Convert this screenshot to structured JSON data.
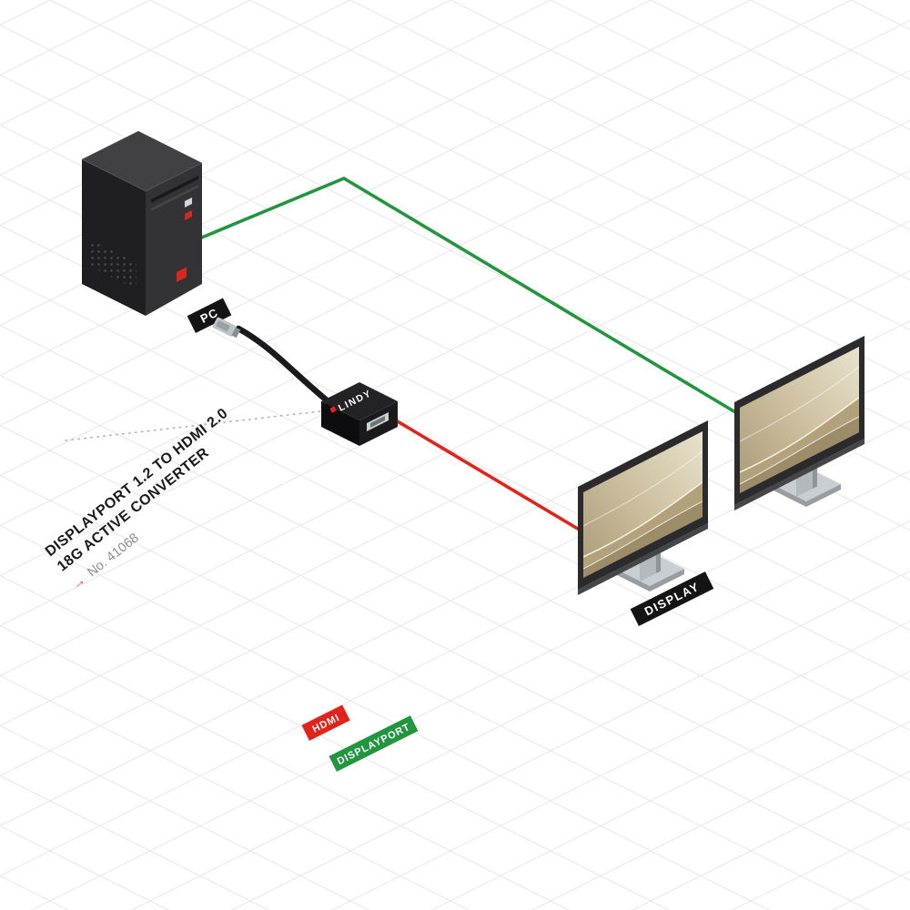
{
  "product": {
    "title_line1": "DISPLAYPORT 1.2 TO HDMI 2.0",
    "title_line2": "18G ACTIVE CONVERTER",
    "arrow": "→",
    "article_number": "No. 41068"
  },
  "devices": {
    "pc_label": "PC",
    "display_label": "DISPLAY",
    "converter_brand": "LINDY"
  },
  "legend": {
    "hdmi": "HDMI",
    "displayport": "DISPLAYPORT"
  },
  "colors": {
    "hdmi_red": "#e2231a",
    "displayport_green": "#21963f",
    "label_background": "#141414",
    "article_gray": "#8e8e8e",
    "grid_line": "#e7e7e7"
  }
}
